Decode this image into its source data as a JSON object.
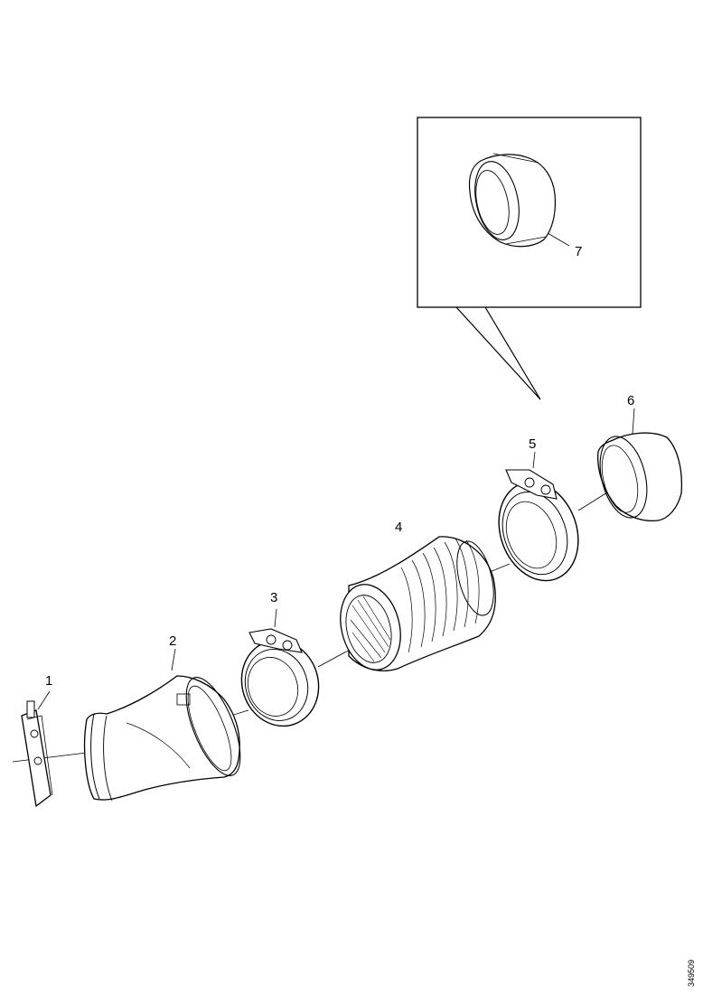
{
  "callouts": {
    "p1": "1",
    "p2": "2",
    "p3": "3",
    "p4": "4",
    "p5": "5",
    "p6": "6",
    "p7": "7"
  },
  "document_id": "349509",
  "colors": {
    "line": "#000000",
    "background": "#ffffff"
  }
}
